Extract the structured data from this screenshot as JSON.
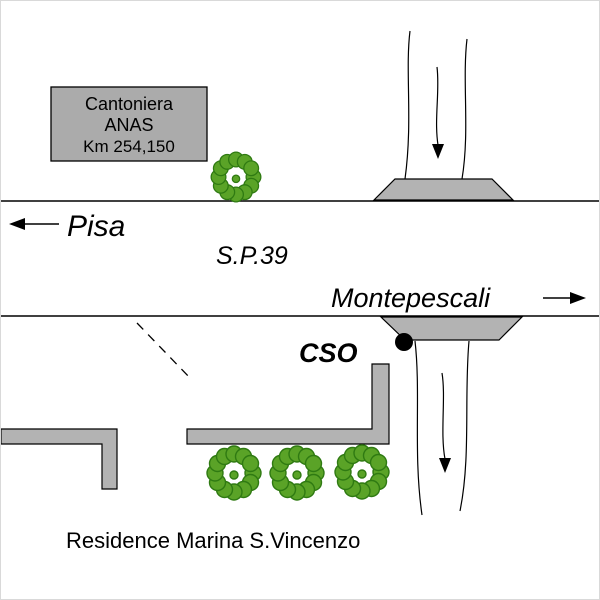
{
  "sign": {
    "line1": "Cantoniera",
    "line2": "ANAS",
    "line3": "Km 254,150"
  },
  "labels": {
    "pisa": "Pisa",
    "road_name": "S.P.39",
    "montepescali": "Montepescali",
    "cso": "CSO",
    "residence": "Residence Marina S.Vincenzo"
  },
  "colors": {
    "sign_gray": "#ababab",
    "road_gray": "#b3b3b3",
    "bush_green": "#5aa327",
    "bush_outline": "#2f7a12",
    "line_black": "#000000"
  }
}
